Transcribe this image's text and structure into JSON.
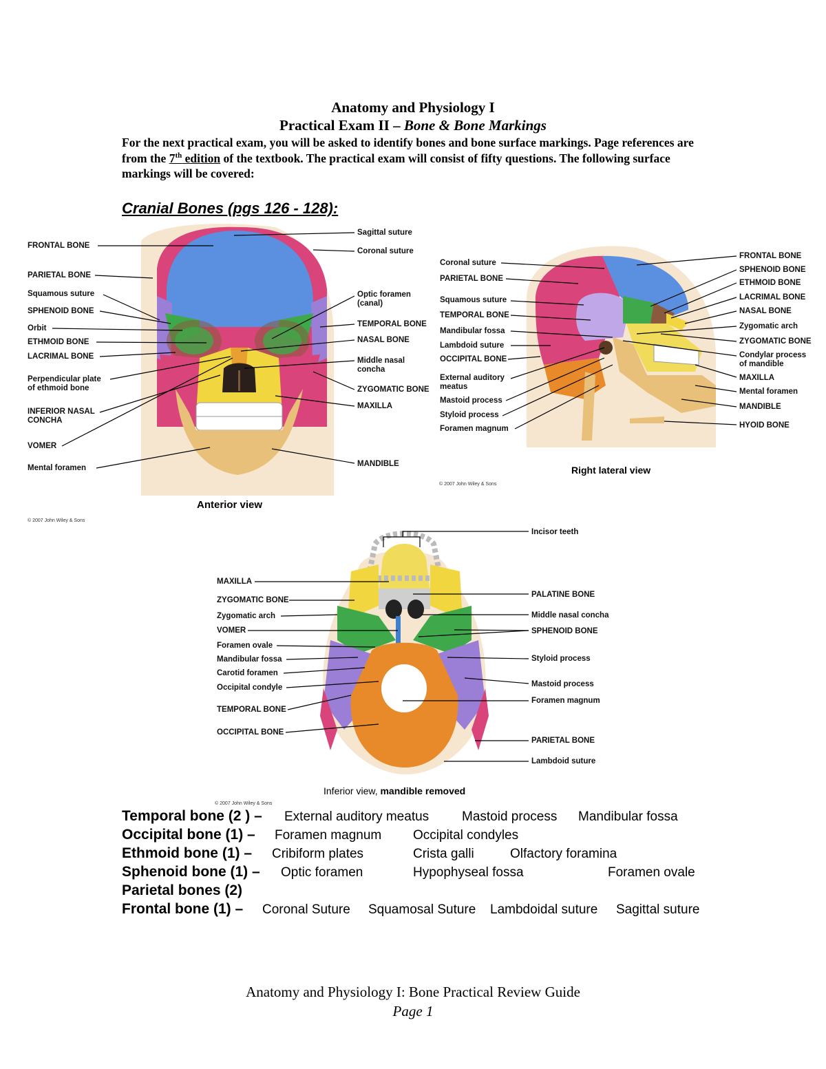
{
  "header": {
    "line1": "Anatomy and Physiology I",
    "line2_prefix": "Practical Exam II – ",
    "line2_italic": "Bone & Bone Markings",
    "intro_a": "For the next practical exam, you will be asked to identify bones and bone surface markings.  Page references are from the ",
    "intro_sup_base": "7",
    "intro_sup": "th",
    "intro_underlined": " edition",
    "intro_b": " of the textbook. The practical exam will consist of fifty questions. The following surface markings will be covered:"
  },
  "section_title": "Cranial Bones (pgs 126 - 128)",
  "section_colon": ":",
  "anterior": {
    "caption": "Anterior view",
    "copyright": "© 2007 John Wiley & Sons",
    "left_labels": [
      "FRONTAL BONE",
      "PARIETAL BONE",
      "Squamous suture",
      "SPHENOID BONE",
      "Orbit",
      "ETHMOID BONE",
      "LACRIMAL BONE",
      "Perpendicular plate\nof ethmoid bone",
      "INFERIOR NASAL\nCONCHA",
      "VOMER",
      "Mental foramen"
    ],
    "right_labels": [
      "Sagittal suture",
      "Coronal suture",
      "Optic foramen\n(canal)",
      "TEMPORAL BONE",
      "NASAL BONE",
      "Middle nasal\nconcha",
      "ZYGOMATIC BONE",
      "MAXILLA",
      "MANDIBLE"
    ]
  },
  "lateral": {
    "caption": "Right lateral view",
    "copyright": "© 2007 John Wiley & Sons",
    "left_labels": [
      "Coronal suture",
      "PARIETAL BONE",
      "Squamous suture",
      "TEMPORAL BONE",
      "Mandibular fossa",
      "Lambdoid suture",
      "OCCIPITAL BONE",
      "External auditory\nmeatus",
      "Mastoid process",
      "Styloid process",
      "Foramen magnum"
    ],
    "right_labels": [
      "FRONTAL BONE",
      "SPHENOID BONE",
      "ETHMOID BONE",
      "LACRIMAL BONE",
      "NASAL BONE",
      "Zygomatic arch",
      "ZYGOMATIC BONE",
      "Condylar process\nof mandible",
      "MAXILLA",
      "Mental foramen",
      "MANDIBLE",
      "HYOID BONE"
    ]
  },
  "inferior": {
    "caption_plain": "Inferior view, ",
    "caption_bold": "mandible removed",
    "copyright": "© 2007 John Wiley & Sons",
    "left_labels": [
      "MAXILLA",
      "ZYGOMATIC BONE",
      "Zygomatic arch",
      "VOMER",
      "Foramen ovale",
      "Mandibular fossa",
      "Carotid foramen",
      "Occipital condyle",
      "TEMPORAL BONE",
      "OCCIPITAL BONE"
    ],
    "right_labels": [
      "Incisor teeth",
      "PALATINE BONE",
      "Middle nasal concha",
      "SPHENOID BONE",
      "Styloid process",
      "Mastoid process",
      "Foramen magnum",
      "PARIETAL BONE",
      "Lambdoid suture"
    ]
  },
  "markings": [
    {
      "bone": "Temporal bone (2 ) –",
      "items": [
        "External auditory meatus",
        "Mastoid process",
        "Mandibular fossa"
      ]
    },
    {
      "bone": "Occipital bone (1) –",
      "items": [
        "Foramen magnum",
        "Occipital condyles"
      ]
    },
    {
      "bone": "Ethmoid bone (1) –",
      "items": [
        "Cribiform plates",
        "Crista galli",
        "Olfactory foramina"
      ]
    },
    {
      "bone": "Sphenoid bone (1) –",
      "items": [
        "Optic foramen",
        "Hypophyseal fossa",
        "Foramen ovale"
      ]
    },
    {
      "bone": "Parietal bones (2)",
      "items": []
    },
    {
      "bone": "Frontal bone (1) –",
      "items": [
        "Coronal Suture",
        "Squamosal Suture",
        "Lambdoidal suture",
        "Sagittal suture"
      ]
    }
  ],
  "footer": {
    "line1": "Anatomy and Physiology I: Bone Practical Review Guide",
    "line2": "Page 1"
  },
  "colors": {
    "frontal": "#5b8fe0",
    "parietal": "#d9447a",
    "temporal": "#9b7fd6",
    "sphenoid": "#3fa84a",
    "zygomatic": "#f2d640",
    "maxilla": "#f0dc5a",
    "mandible": "#e8c07a",
    "occipital": "#e88a2a",
    "ethmoid": "#8b5a3c",
    "skin": "#f6e6cf"
  }
}
